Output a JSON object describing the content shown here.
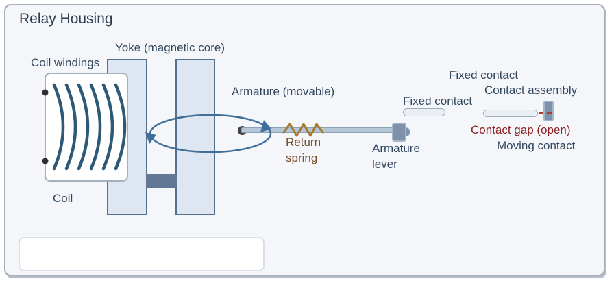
{
  "diagram": {
    "title": "Relay Housing",
    "labels": {
      "coil_windings": "Coil windings",
      "yoke": "Yoke (magnetic core)",
      "armature": "Armature (movable)",
      "fixed_contact_upper": "Fixed contact",
      "fixed_contact_lower": "Fixed contact",
      "contact_assembly": "Contact assembly",
      "contact_gap": "Contact gap (open)",
      "moving_contact": "Moving contact",
      "armature_lever": [
        "Armature",
        "lever"
      ],
      "return_spring": [
        "Return",
        "spring"
      ],
      "coil": "Coil"
    },
    "caption_box": {
      "value": ""
    },
    "colors": {
      "housing_background": "#f4f6fa",
      "housing_border": "#a7afbb",
      "yoke_fill": "#dde6f1",
      "yoke_border": "#54718f",
      "connector_fill": "#617795",
      "coil_winding_stroke": "#2d5977",
      "flux_ellipse_stroke": "#3e6e99",
      "armature_rod_fill": "#b6c6d6",
      "metal_block_fill": "#7d92aa",
      "contact_bar_fill": "#e9eef4",
      "spring_stroke": "#a5792f",
      "spring_label_text": "#7a4e27",
      "contact_gap_dash": "#b0392f",
      "contact_gap_text": "#8e2020",
      "label_text": "#31475e",
      "title_text": "#2d3e50"
    }
  }
}
